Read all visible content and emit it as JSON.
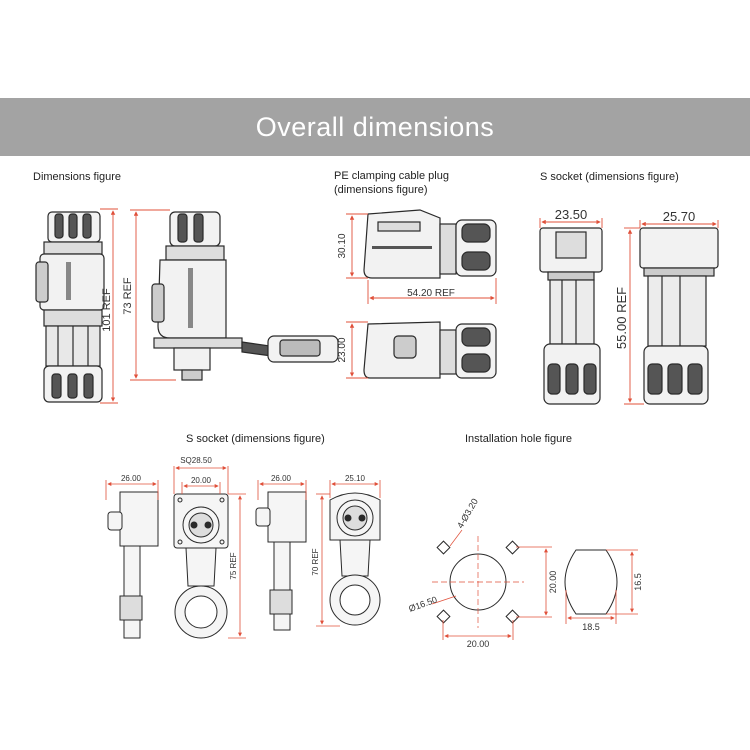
{
  "header": {
    "title": "Overall dimensions"
  },
  "sections": {
    "dimensions_figure": {
      "caption": "Dimensions figure"
    },
    "pe_plug": {
      "caption_line1": "PE clamping cable plug",
      "caption_line2": "(dimensions figure)"
    },
    "s_socket_top": {
      "caption": "S socket (dimensions figure)"
    },
    "s_socket_bottom": {
      "caption": "S socket (dimensions figure)"
    },
    "installation_hole": {
      "caption": "Installation hole figure"
    }
  },
  "dimensions": {
    "d101": "101 REF",
    "d73": "73 REF",
    "d30_10": "30.10",
    "d54_20": "54.20 REF",
    "d23_00": "23.00",
    "d23_50": "23.50",
    "d25_70": "25.70",
    "d55_00": "55.00 REF",
    "b26_00a": "26.00",
    "sq28_50": "SQ28.50",
    "b20_00": "20.00",
    "b75": "75 REF",
    "b26_00b": "26.00",
    "b25_10": "25.10",
    "b70": "70 REF",
    "h4_3_20": "4-Ø3.20",
    "h16_50": "Ø16.50",
    "h20_00v": "20.00",
    "h20_00h": "20.00",
    "h16_5": "16.5",
    "h18_5": "18.5"
  },
  "colors": {
    "banner": "#a3a3a3",
    "dimension_line": "#e0503a",
    "outline": "#2a2a2a"
  }
}
